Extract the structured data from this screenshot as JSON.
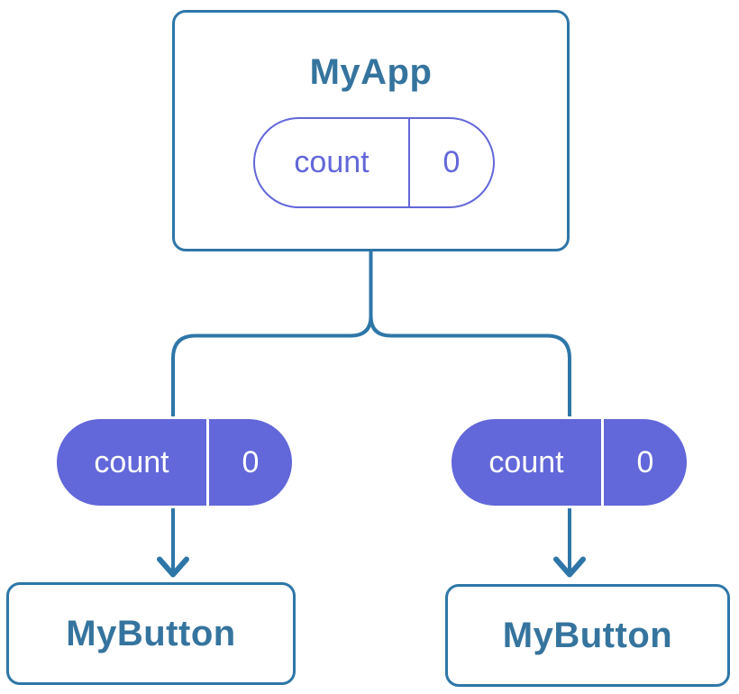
{
  "diagram": {
    "type": "component-tree",
    "tree": {
      "root": {
        "name": "MyApp",
        "state_pill": {
          "label": "count",
          "value": "0"
        }
      },
      "prop_pills": [
        {
          "label": "count",
          "value": "0"
        },
        {
          "label": "count",
          "value": "0"
        }
      ],
      "children": [
        {
          "name": "MyButton"
        },
        {
          "name": "MyButton"
        }
      ]
    },
    "colors": {
      "connector_blue": "#2E76A8",
      "component_text_blue": "#35749E",
      "state_purple": "#6267D9",
      "card_background": "#ffffff"
    }
  }
}
